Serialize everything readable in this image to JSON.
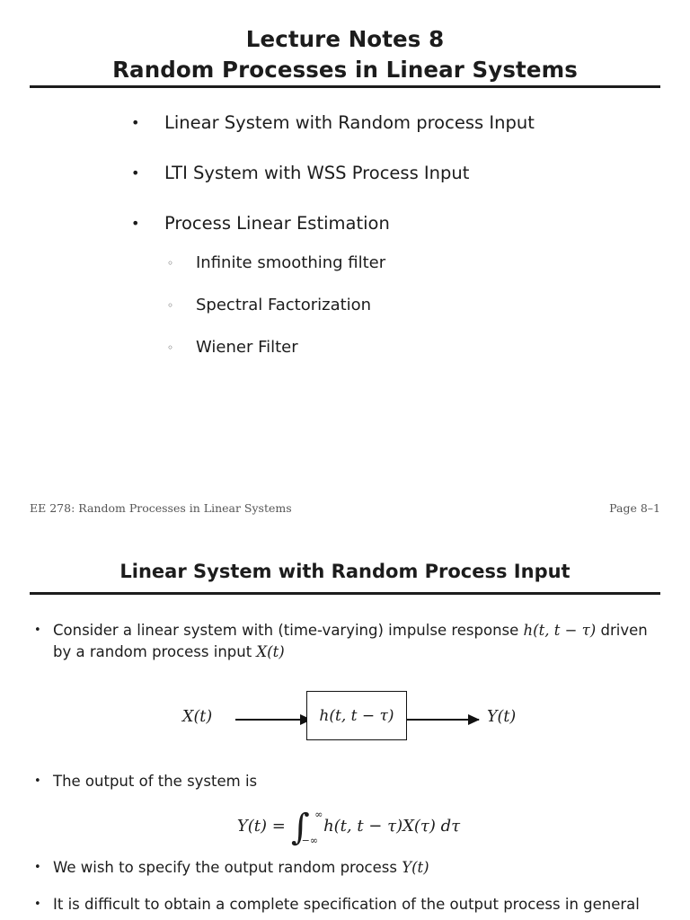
{
  "document": {
    "kind": "lecture-slides",
    "title": "Lecture Notes 8 — Random Processes in Linear Systems"
  },
  "slide_one": {
    "title_line_1": "Lecture Notes 8",
    "title_line_2": "Random Processes in Linear Systems",
    "outline": [
      {
        "bullet": "•",
        "text": "Linear System with Random process Input"
      },
      {
        "bullet": "•",
        "text": "LTI System with WSS Process Input"
      },
      {
        "bullet": "•",
        "text": "Process Linear Estimation"
      }
    ],
    "suboutline": [
      {
        "bullet": "◦",
        "text": "Infinite smoothing filter"
      },
      {
        "bullet": "◦",
        "text": "Spectral Factorization"
      },
      {
        "bullet": "◦",
        "text": "Wiener Filter"
      }
    ],
    "footer_left": "EE 278: Random Processes in Linear Systems",
    "footer_right": "Page 8–1"
  },
  "slide_two": {
    "heading": "Linear System with Random Process Input",
    "bullet_marker": "•",
    "items": [
      {
        "text_before": "Consider a linear system with (time-varying) impulse response ",
        "math": "h(t, t − τ)",
        "text_after": " driven by a random process input ",
        "math2": "X(t)"
      },
      {
        "text_before": "The output of the system is",
        "math": "",
        "text_after": ""
      },
      {
        "text_before": "We wish to specify the output random process ",
        "math": "Y(t)",
        "text_after": ""
      },
      {
        "text_before": "It is difficult to obtain a complete specification of the output process in general",
        "math": "",
        "text_after": ""
      }
    ],
    "diagram": {
      "input_label": "X(t)",
      "block_label": "h(t, t − τ)",
      "output_label": "Y(t)"
    },
    "equation": {
      "lhs": "Y(t) =",
      "integral_sign": "∫",
      "upper_limit": "∞",
      "lower_limit": "−∞",
      "integrand": "h(t, t − τ)X(τ) dτ"
    }
  },
  "colors": {
    "text": "#1c1c1c",
    "footer": "#555555",
    "rule": "#1c1c1c",
    "background": "#ffffff"
  }
}
